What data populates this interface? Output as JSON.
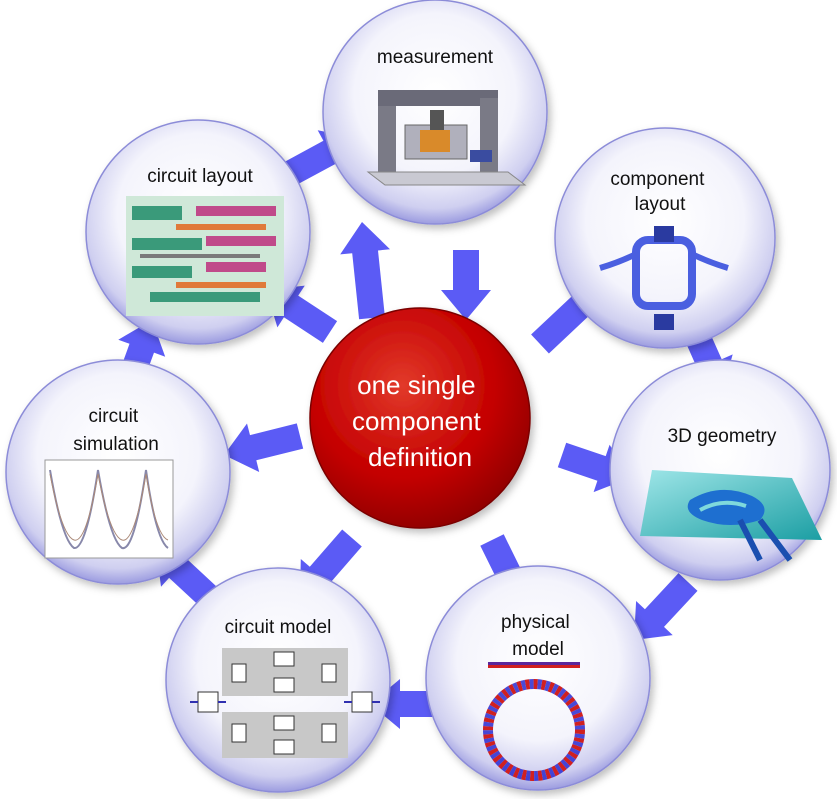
{
  "center": {
    "lines": [
      "one single",
      "component",
      "definition"
    ],
    "color": "#c40000"
  },
  "nodes": {
    "measurement": {
      "lines": [
        "measurement"
      ]
    },
    "component_layout": {
      "lines": [
        "component",
        "layout"
      ]
    },
    "geometry_3d": {
      "lines": [
        "3D geometry"
      ]
    },
    "physical_model": {
      "lines": [
        "physical",
        "model"
      ]
    },
    "circuit_model": {
      "lines": [
        "circuit model"
      ]
    },
    "circuit_simulation": {
      "lines": [
        "circuit",
        "simulation"
      ]
    },
    "circuit_layout": {
      "lines": [
        "circuit layout"
      ]
    }
  },
  "colors": {
    "arrow": "#5b5bf5",
    "bubble_edge": "#7f7fd0",
    "bubble_fill": "#eaeaf8"
  },
  "icons": {
    "measurement": "probe-station-icon",
    "component_layout": "ring-resonator-layout-icon",
    "geometry_3d": "waveguide-3d-icon",
    "physical_model": "ring-mode-field-icon",
    "circuit_model": "block-schematic-icon",
    "circuit_simulation": "spectrum-plot-icon",
    "circuit_layout": "mask-layout-icon"
  }
}
